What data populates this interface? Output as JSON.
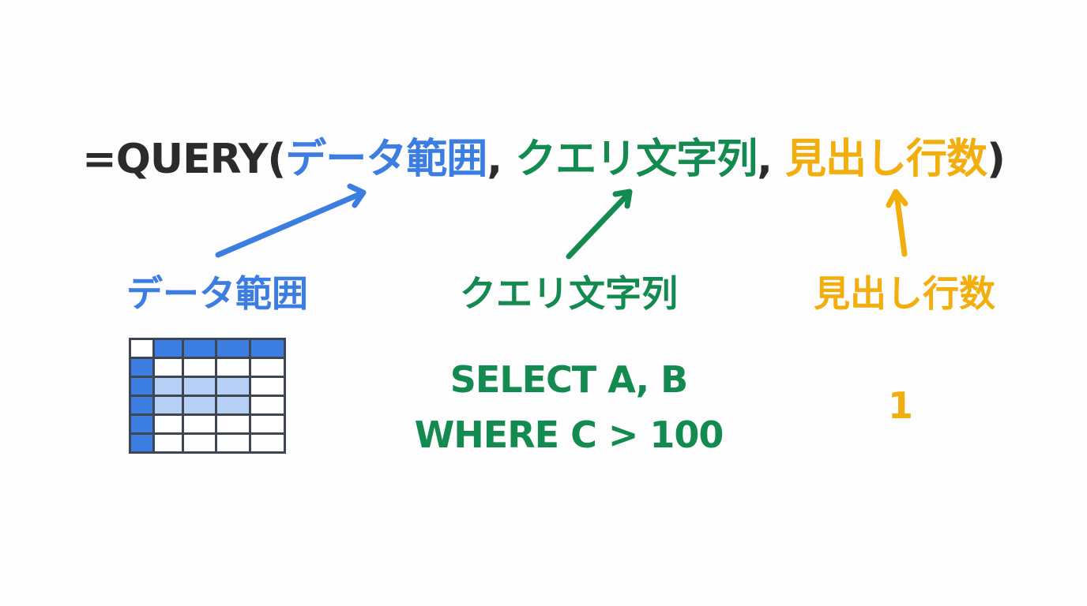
{
  "formula": {
    "prefix": "=QUERY(",
    "arg1": "データ範囲",
    "sep1": ", ",
    "arg2": "クエリ文字列",
    "sep2": ", ",
    "arg3": "見出し行数",
    "suffix": ")"
  },
  "labels": {
    "range": "データ範囲",
    "query": "クエリ文字列",
    "header_rows": "見出し行数"
  },
  "examples": {
    "query_line1": "SELECT A, B",
    "query_line2": "WHERE C > 100",
    "header_rows_value": "1"
  },
  "grid_icon": {
    "name": "spreadsheet-range-icon",
    "rows": 6,
    "cols": 5,
    "selected_rows": [
      2,
      3
    ],
    "selected_cols": [
      1,
      2,
      3
    ]
  },
  "colors": {
    "text_dark": "#2b2b2b",
    "range_blue": "#3b7de0",
    "query_green": "#138a4f",
    "header_amber": "#f2ae0c",
    "selection_light_blue": "#b6cff4",
    "grid_border": "#3e4652"
  }
}
